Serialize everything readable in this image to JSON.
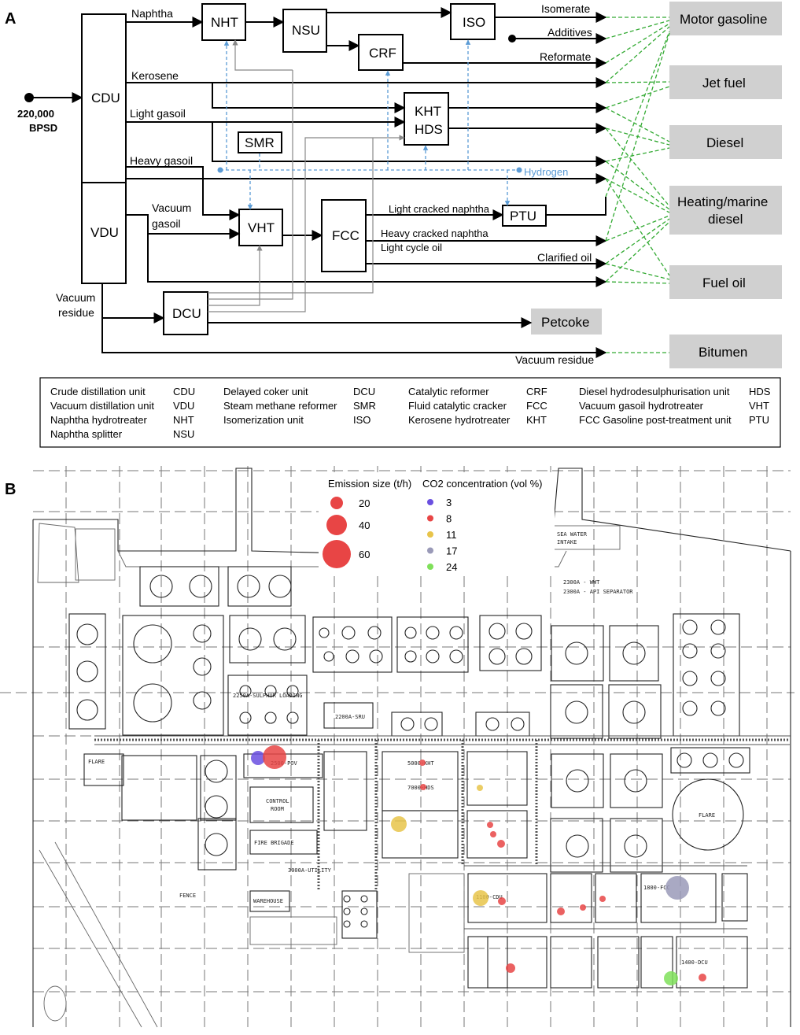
{
  "panel_a": {
    "label": "A",
    "feed_rate": "220,000",
    "feed_unit": "BPSD",
    "units": {
      "cdu": "CDU",
      "vdu": "VDU",
      "nht": "NHT",
      "nsu": "NSU",
      "crf": "CRF",
      "iso": "ISO",
      "kht": "KHT",
      "hds": "HDS",
      "smr": "SMR",
      "vht": "VHT",
      "fcc": "FCC",
      "ptu": "PTU",
      "dcu": "DCU"
    },
    "streams": {
      "naphtha": "Naphtha",
      "kerosene": "Kerosene",
      "light_gasoil": "Light gasoil",
      "heavy_gasoil": "Heavy gasoil",
      "vacuum": "Vacuum",
      "gasoil": "gasoil",
      "vacuum2": "Vacuum",
      "residue": "residue",
      "isomerate": "Isomerate",
      "additives": "Additives",
      "reformate": "Reformate",
      "hydrogen": "Hydrogen",
      "light_cracked_naphtha": "Light cracked naphtha",
      "heavy_cracked_naphtha": "Heavy cracked naphtha",
      "light_cycle_oil": "Light cycle oil",
      "clarified_oil": "Clarified oil",
      "vacuum_residue": "Vacuum residue"
    },
    "products": {
      "motor_gasoline": "Motor gasoline",
      "jet_fuel": "Jet fuel",
      "diesel": "Diesel",
      "heating_1": "Heating/marine",
      "heating_2": "diesel",
      "fuel_oil": "Fuel oil",
      "petcoke": "Petcoke",
      "bitumen": "Bitumen"
    },
    "legend": [
      [
        "Crude distillation unit",
        "CDU",
        "Delayed coker unit",
        "DCU",
        "Catalytic reformer",
        "CRF",
        "Diesel hydrodesulphurisation unit",
        "HDS"
      ],
      [
        "Vacuum distillation unit",
        "VDU",
        "Steam methane reformer",
        "SMR",
        "Fluid catalytic cracker",
        "FCC",
        "Vacuum gasoil hydrotreater",
        "VHT"
      ],
      [
        "Naphtha hydrotreater",
        "NHT",
        "Isomerization unit",
        "ISO",
        "Kerosene hydrotreater",
        "KHT",
        "FCC Gasoline post-treatment unit",
        "PTU"
      ],
      [
        "Naphtha splitter",
        "NSU",
        "",
        "",
        "",
        "",
        "",
        ""
      ]
    ],
    "colors": {
      "hydrogen": "#5b9bd5",
      "product_link": "#33aa33",
      "product_box": "#d0d0d0"
    }
  },
  "panel_b": {
    "label": "B",
    "size_legend_title": "Emission size (t/h)",
    "size_legend": [
      "20",
      "40",
      "60"
    ],
    "conc_legend_title": "CO2 concentration (vol %)",
    "conc_legend": [
      {
        "value": "3",
        "color": "#6a4fe0"
      },
      {
        "value": "8",
        "color": "#e84545"
      },
      {
        "value": "11",
        "color": "#e8c44a"
      },
      {
        "value": "17",
        "color": "#9a9ab8"
      },
      {
        "value": "24",
        "color": "#7fe05a"
      }
    ],
    "map_labels": {
      "sea_water_1": "SEA WATER",
      "sea_water_2": "INTAKE",
      "wwt": "2300A - WWT",
      "api": "2300A - API SEPARATOR",
      "sulphur": "2250A-SULPHUR LOADING",
      "sru": "2200A-SRU",
      "flare1": "FLARE",
      "flare2": "FLARE",
      "control_1": "CONTROL",
      "control_2": "ROOM",
      "fire": "FIRE BRIGADE",
      "utility": "3000A-UTILITY",
      "fence": "FENCE",
      "warehouse": "WAREHOUSE",
      "pov": "2500-POV",
      "kht": "5000-KHT",
      "hds": "7000-HDS",
      "fcc": "1800-FCC",
      "cdu": "1100-CDU",
      "dcu": "1400-DCU"
    }
  }
}
